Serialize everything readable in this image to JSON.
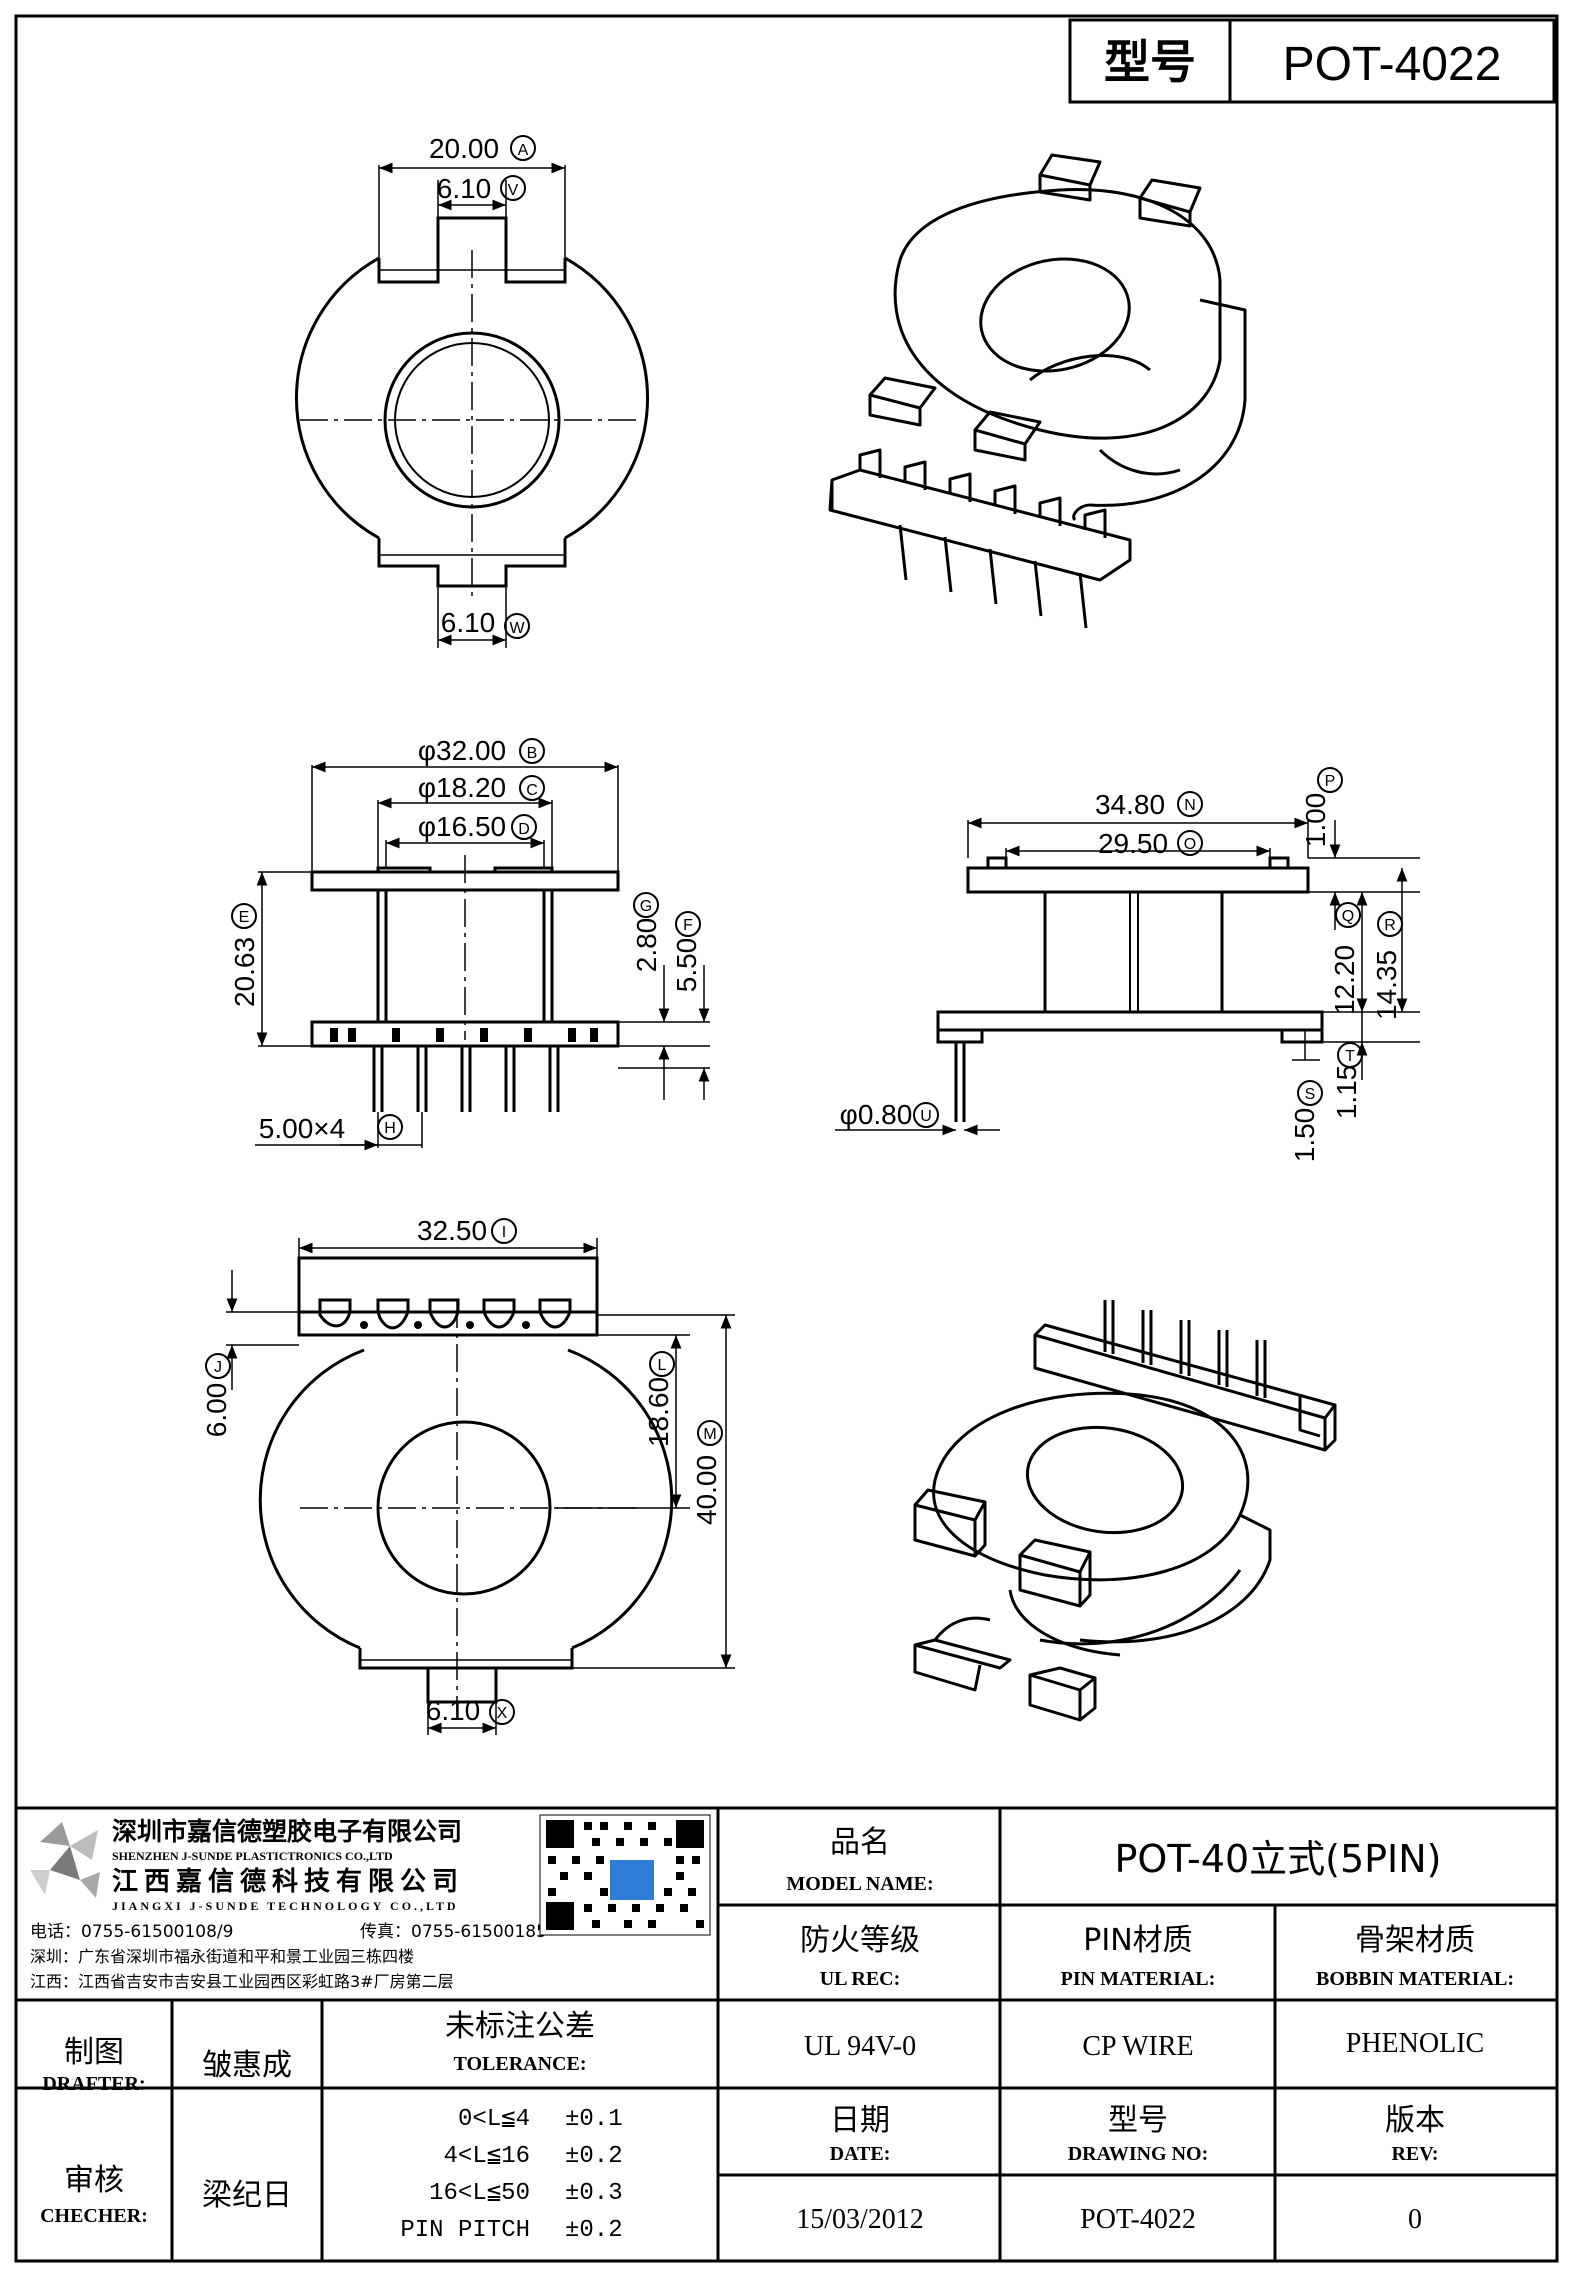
{
  "header": {
    "model_label": "型号",
    "model_value": "POT-4022"
  },
  "dimensions": {
    "top_width": "20.00",
    "top_slot": "6.10",
    "bottom_slot": "6.10",
    "outer_dia": "φ32.00",
    "mid_dia": "φ18.20",
    "inner_dia": "φ16.50",
    "height_total": "20.63",
    "flange_g": "2.80",
    "flange_f": "5.50",
    "pitch": "5.00×4",
    "side_width": "34.80",
    "side_inner": "29.50",
    "side_p": "1.00",
    "side_q": "12.20",
    "side_r": "14.35",
    "side_t": "1.15",
    "side_s": "1.50",
    "pin_dia": "φ0.80",
    "bottom_width": "32.50",
    "bottom_j": "6.00",
    "bottom_l": "18.60",
    "bottom_m": "40.00",
    "bottom_x": "6.10"
  },
  "markers": {
    "a": "A",
    "v": "V",
    "w": "W",
    "b": "B",
    "c": "C",
    "d": "D",
    "e": "E",
    "g": "G",
    "f": "F",
    "h": "H",
    "n": "N",
    "o": "O",
    "p": "P",
    "q": "Q",
    "r": "R",
    "t": "T",
    "s": "S",
    "u": "U",
    "i": "I",
    "j": "J",
    "l": "L",
    "m": "M",
    "x": "X"
  },
  "company": {
    "name_cn": "深圳市嘉信德塑胶电子有限公司",
    "name_en": "SHENZHEN J-SUNDE PLASTICTRONICS CO.,LTD",
    "name2_cn": "江西嘉信德科技有限公司",
    "name2_en": "JIANGXI J-SUNDE TECHNOLOGY CO.,LTD",
    "phone": "电话：0755-61500108/9",
    "fax": "传真：0755-61500185",
    "addr_sz": "深圳：广东省深圳市福永街道和平和景工业园三栋四楼",
    "addr_jx": "江西：江西省吉安市吉安县工业园西区彩虹路3#厂房第二层"
  },
  "title_block": {
    "product_name_cn": "品名",
    "product_name_en": "MODEL NAME:",
    "product_name_value": "POT-40立式(5PIN)",
    "ul_cn": "防火等级",
    "ul_en": "UL REC:",
    "pin_cn": "PIN材质",
    "pin_en": "PIN MATERIAL:",
    "bobbin_cn": "骨架材质",
    "bobbin_en": "BOBBIN MATERIAL:",
    "ul_value": "UL 94V-0",
    "pin_value": "CP WIRE",
    "bobbin_value": "PHENOLIC",
    "drafter_cn": "制图",
    "drafter_en": "DRAFTER:",
    "drafter_name": "皱惠成",
    "checker_cn": "审核",
    "checker_en": "CHECHER:",
    "checker_name": "梁纪日",
    "tol_cn": "未标注公差",
    "tol_en": "TOLERANCE:",
    "tol_rows": [
      {
        "range": "0<L≦4",
        "value": "±0.1"
      },
      {
        "range": "4<L≦16",
        "value": "±0.2"
      },
      {
        "range": "16<L≦50",
        "value": "±0.3"
      },
      {
        "range": "PIN PITCH",
        "value": "±0.2"
      }
    ],
    "date_cn": "日期",
    "date_en": "DATE:",
    "drawing_cn": "型号",
    "drawing_en": "DRAWING NO:",
    "rev_cn": "版本",
    "rev_en": "REV:",
    "date_value": "15/03/2012",
    "drawing_value": "POT-4022",
    "rev_value": "0"
  },
  "colors": {
    "line": "#000000",
    "qr_accent": "#2f7fd6",
    "logo_grey": "#9a9a9a"
  }
}
